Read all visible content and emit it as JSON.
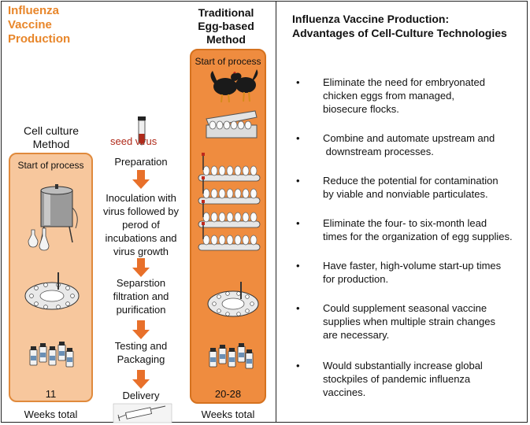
{
  "left_title": [
    "Influenza",
    "Vaccine",
    "Production"
  ],
  "traditional": {
    "title": [
      "Traditional",
      "Egg-based",
      "Method"
    ],
    "start": "Start of process",
    "weeks": "20-28",
    "weeks_label": "Weeks total"
  },
  "cell_culture": {
    "title": [
      "Cell culture",
      "Method"
    ],
    "start": "Start of process",
    "weeks": "11",
    "weeks_label": "Weeks total"
  },
  "seed_text": "seed virus",
  "steps": [
    [
      "Preparation"
    ],
    [
      "Inoculation with",
      "virus followed by",
      "perod of",
      "incubations and",
      "virus growth"
    ],
    [
      "Separstion",
      "filtration and",
      "purification"
    ],
    [
      "Testing and",
      "Packaging"
    ],
    [
      "Delivery"
    ]
  ],
  "right": {
    "title": [
      "Influenza Vaccine Production:",
      "Advantages of Cell-Culture Technologies"
    ],
    "bullets": [
      [
        "Eliminate the need for embryonated",
        "chicken eggs from managed,",
        "biosecure flocks."
      ],
      [
        "Combine and automate upstream and",
        " downstream processes."
      ],
      [
        "Reduce the potential for contamination",
        "by viable and nonviable particulates."
      ],
      [
        "Eliminate the four- to six-month lead",
        "times for the organization of egg supplies."
      ],
      [
        "Have faster, high-volume start-up times",
        "for production."
      ],
      [
        "Could supplement seasonal vaccine",
        "supplies when multiple strain changes",
        "are necessary."
      ],
      [
        "Would substantially increase global",
        "stockpiles of pandemic influenza",
        "vaccines."
      ]
    ]
  },
  "colors": {
    "accent": "#e8862a",
    "arrow": "#e8702a",
    "panel_trad": "#ef8c3f",
    "panel_cell": "#f7c79d"
  }
}
